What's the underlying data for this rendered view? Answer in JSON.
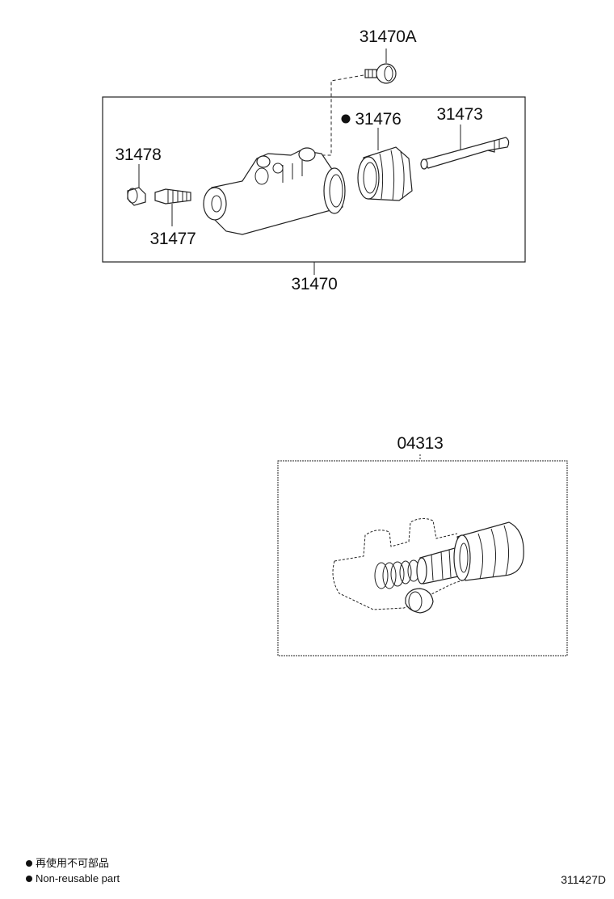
{
  "callouts": {
    "bleeder_bolt": "31470A",
    "boot": "31476",
    "push_rod": "31473",
    "cap": "31478",
    "bleeder_plug": "31477",
    "cylinder_assy": "31470",
    "kit": "04313"
  },
  "legend": {
    "jp": "再使用不可部品",
    "en": "Non-reusable part"
  },
  "illustration_code": "311427D"
}
